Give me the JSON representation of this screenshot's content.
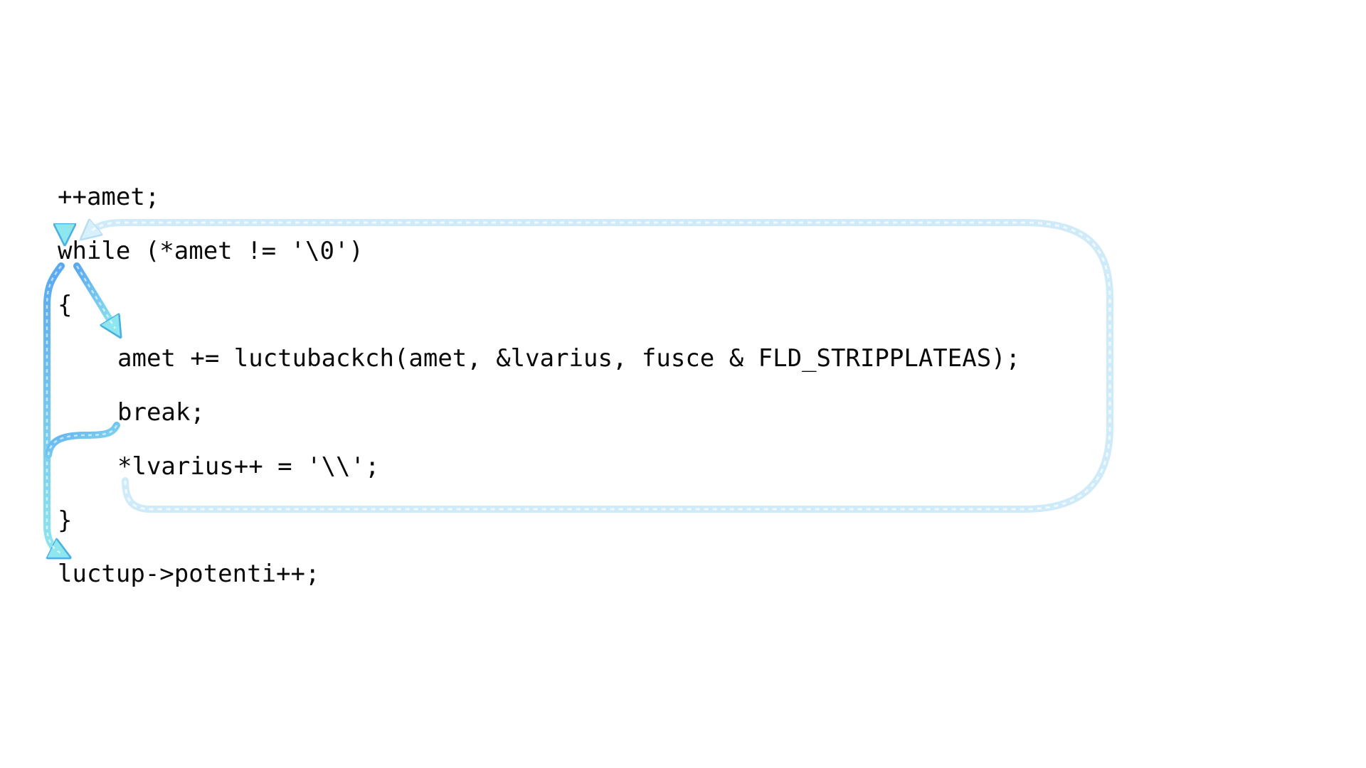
{
  "code_lines": [
    "++amet;",
    "while (*amet != '\\0')",
    "{",
    "amet += luctubackch(amet, &lvarius, fusce & FLD_STRIPPLATEAS);",
    "break;",
    "*lvarius++ = '\\\\';",
    "}",
    "luctup->potenti++;"
  ],
  "colors": {
    "text": "#0a0a0a",
    "arrow_strong_start": "#5aa8f0",
    "arrow_strong_end": "#8ee6ee",
    "arrow_light": "#cfeaf8"
  },
  "flow_edges": [
    {
      "name": "edge-increment-to-while",
      "from": 0,
      "to": 1,
      "style": "strong"
    },
    {
      "name": "edge-while-to-body",
      "from": 1,
      "to": 3,
      "style": "strong"
    },
    {
      "name": "edge-while-exit",
      "from": 1,
      "to": 7,
      "style": "strong"
    },
    {
      "name": "edge-break-exit",
      "from": 4,
      "to": 7,
      "style": "strong"
    },
    {
      "name": "edge-loop-back",
      "from": 5,
      "to": 1,
      "style": "light"
    }
  ]
}
